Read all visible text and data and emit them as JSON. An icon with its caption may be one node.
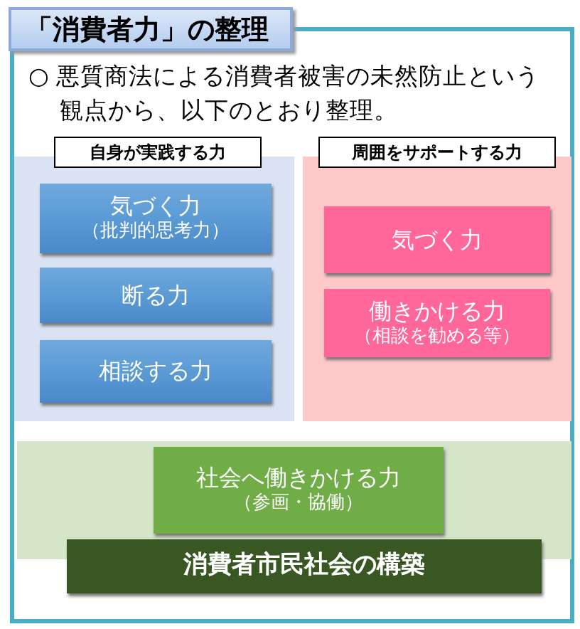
{
  "diagram": {
    "title": "「消費者力」の整理",
    "nodes": [
      {
        "text": [
          "自身が実践する力"
        ]
      },
      {
        "text": [
          "気づく力",
          "（批判的思考力）"
        ],
        "in": 0
      },
      {
        "text": [
          "断る力"
        ],
        "in": 0
      },
      {
        "text": [
          "相談する力"
        ],
        "in": 0
      },
      {
        "text": [
          "周囲をサポートする力"
        ]
      },
      {
        "text": [
          "気づく力"
        ],
        "in": 4
      },
      {
        "text": [
          "働きかける力",
          "（相談を勧める等）"
        ],
        "in": 4
      },
      {
        "text": [],
        "shape": "box"
      },
      {
        "text": [
          "社会へ働きかける力",
          "（参画・協働）"
        ],
        "in": 7
      },
      {
        "text": [
          "消費者市民社会の構築"
        ]
      }
    ],
    "labels": [
      "○ 悪質商法による消費者被害の未然防止という観点から、以下のとおり整理。"
    ]
  }
}
